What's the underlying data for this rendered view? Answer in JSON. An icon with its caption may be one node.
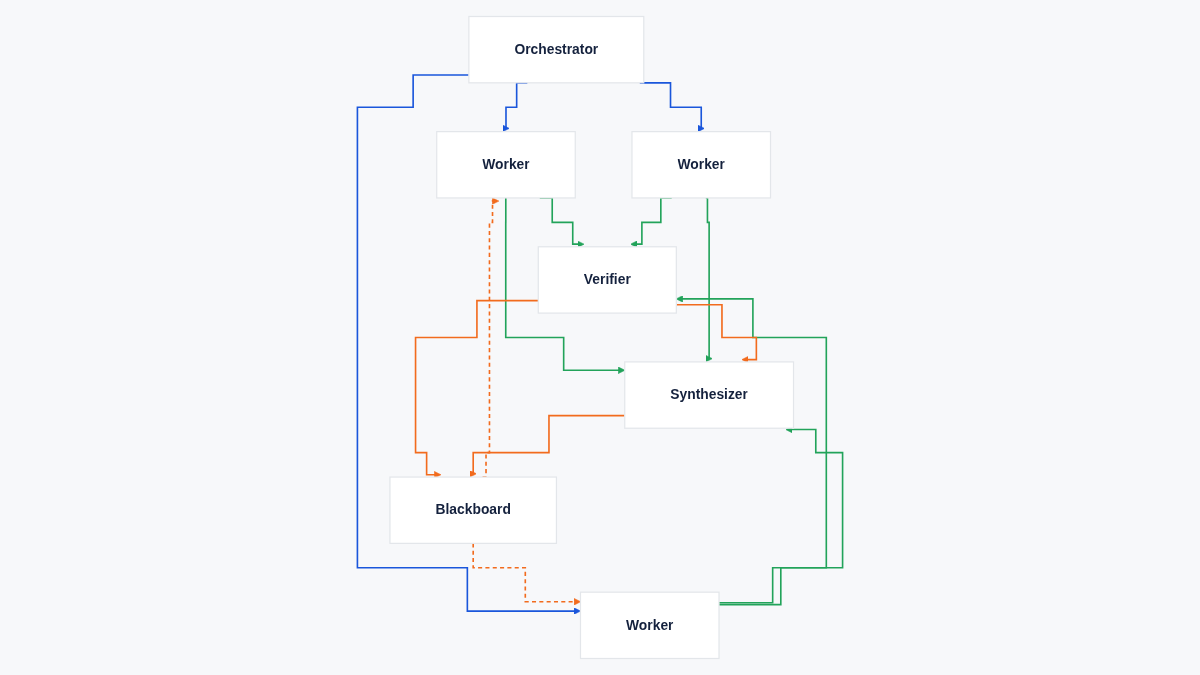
{
  "diagram": {
    "nodes": [
      {
        "text": [
          "Orchestrator"
        ]
      },
      {
        "text": [
          "Worker"
        ]
      },
      {
        "text": [
          "Worker"
        ]
      },
      {
        "text": [
          "Worker"
        ]
      },
      {
        "text": [
          "Verifier"
        ]
      },
      {
        "text": [
          "Synthesizer"
        ]
      },
      {
        "text": [
          "Blackboard"
        ]
      }
    ],
    "edges": [
      {
        "from": 0,
        "to": 1,
        "arrow": "to",
        "color": "#1a56db"
      },
      {
        "from": 0,
        "to": 2,
        "arrow": "to",
        "color": "#1a56db"
      },
      {
        "from": 0,
        "to": 3,
        "arrow": "to",
        "color": "#1a56db"
      },
      {
        "from": 1,
        "to": 4,
        "arrow": "to"
      },
      {
        "from": 1,
        "to": 5,
        "arrow": "to"
      },
      {
        "from": 2,
        "to": 4,
        "arrow": "to"
      },
      {
        "from": 2,
        "to": 5,
        "arrow": "to"
      },
      {
        "from": 3,
        "to": 4,
        "arrow": "to"
      },
      {
        "from": 3,
        "to": 5,
        "arrow": "to"
      },
      {
        "from": 4,
        "to": 5,
        "arrow": "to",
        "color": "#f26b1d"
      },
      {
        "from": 4,
        "to": 6,
        "arrow": "to",
        "color": "#f26b1d"
      },
      {
        "from": 5,
        "to": 6,
        "arrow": "to",
        "color": "#f26b1d"
      },
      {
        "from": 6,
        "to": 1,
        "arrow": "to",
        "style": "dashed",
        "color": "#f26b1d"
      },
      {
        "from": 6,
        "to": 3,
        "arrow": "to",
        "style": "dashed",
        "color": "#f26b1d"
      }
    ]
  }
}
